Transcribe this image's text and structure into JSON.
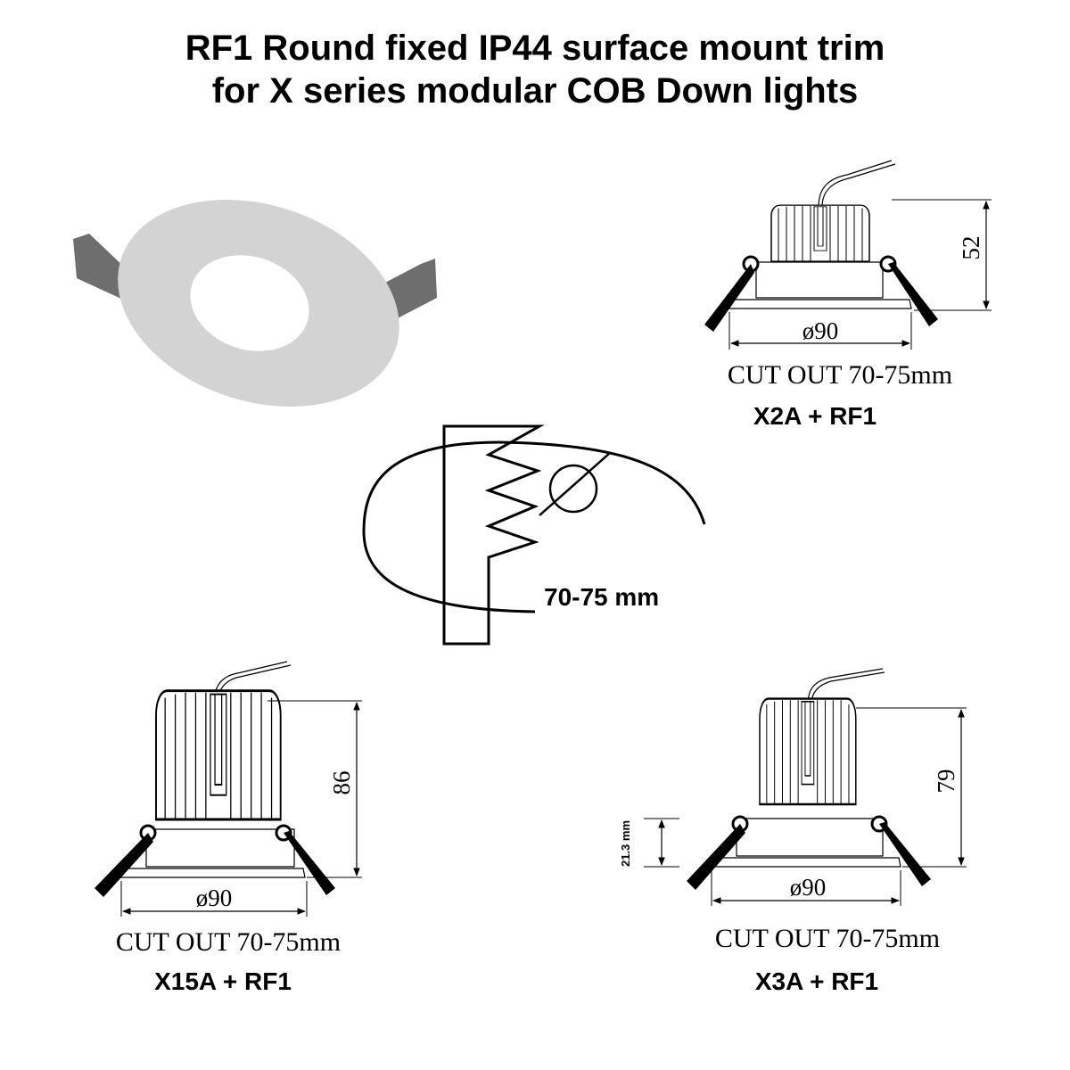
{
  "title": {
    "line1": "RF1 Round fixed IP44 surface mount trim",
    "line2": "for X series modular COB Down lights"
  },
  "cutout_detail": {
    "label": "70-75 mm"
  },
  "views": {
    "x2a": {
      "height": "52",
      "diameter": "ø90",
      "cutout": "CUT OUT 70-75mm",
      "model": "X2A + RF1"
    },
    "x15a": {
      "height": "86",
      "diameter": "ø90",
      "cutout": "CUT OUT 70-75mm",
      "model": "X15A + RF1"
    },
    "x3a": {
      "height": "79",
      "trim_height": "21.3 mm",
      "diameter": "ø90",
      "cutout": "CUT OUT 70-75mm",
      "model": "X3A + RF1"
    }
  },
  "colors": {
    "trim_ring": "#d3d3d3",
    "clip": "#6e6e6e",
    "line": "#000000"
  }
}
